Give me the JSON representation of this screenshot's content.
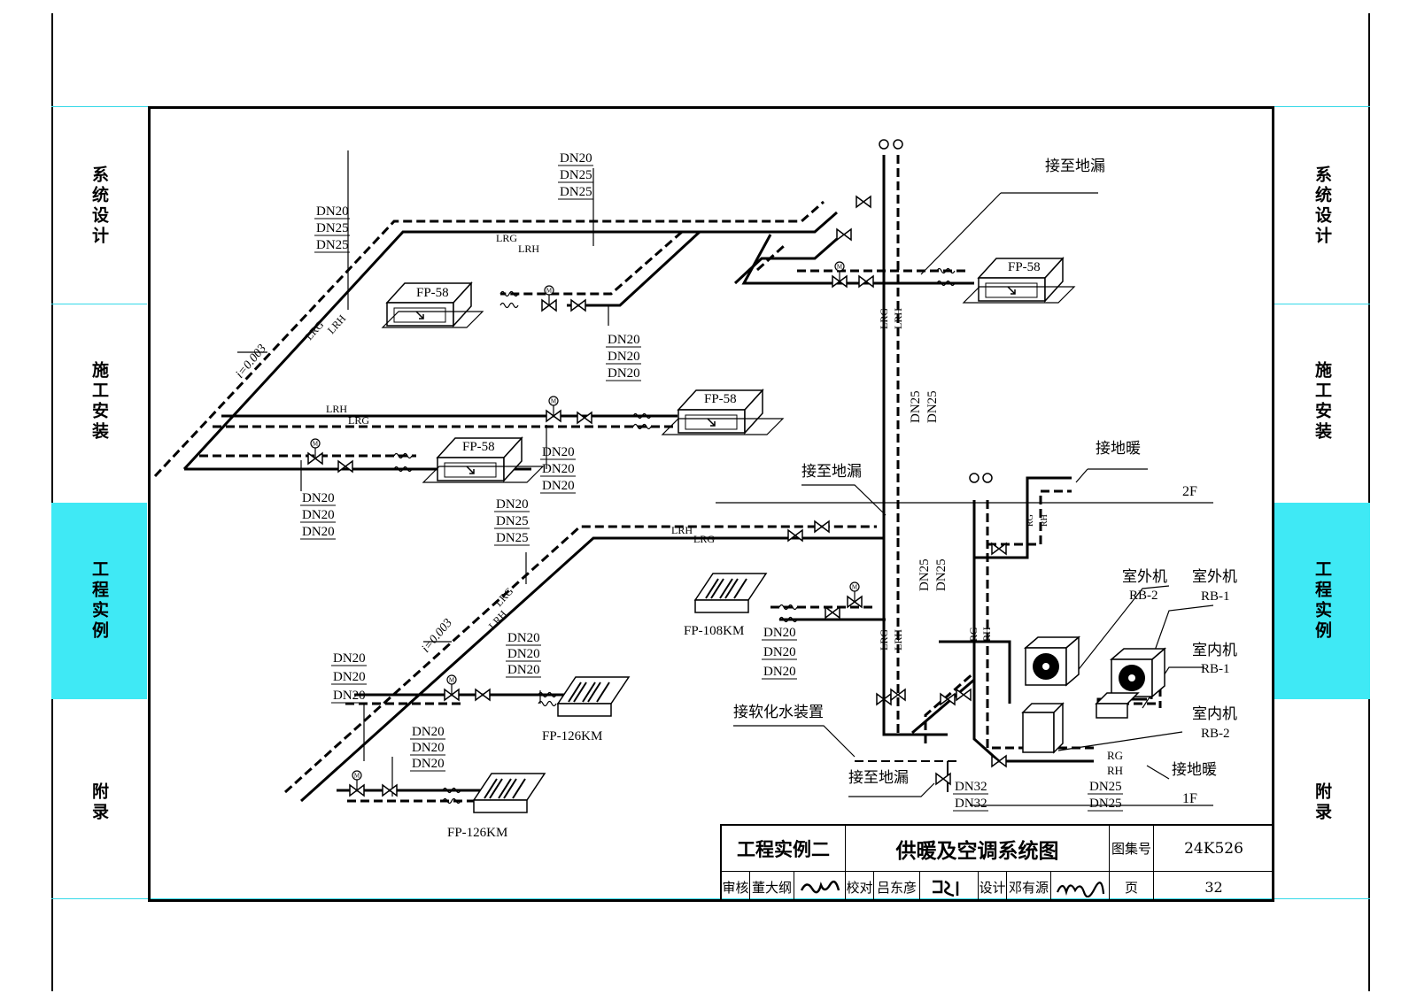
{
  "sidebar_tabs": [
    "系统设计",
    "施工安装",
    "工程实例",
    "附录"
  ],
  "active_tab": "工程实例",
  "colors": {
    "accent": "#3fe9f5",
    "line": "#000000"
  },
  "equipment": {
    "fp58_a": "FP-58",
    "fp58_b": "FP-58",
    "fp58_c": "FP-58",
    "fp58_d": "FP-58",
    "fp108": "FP-108KM",
    "fp126_a": "FP-126KM",
    "fp126_b": "FP-126KM",
    "outdoor_rb2": "室外机",
    "outdoor_rb2_code": "RB-2",
    "outdoor_rb1": "室外机",
    "outdoor_rb1_code": "RB-1",
    "indoor_rb1": "室内机",
    "indoor_rb1_code": "RB-1",
    "indoor_rb2": "室内机",
    "indoor_rb2_code": "RB-2"
  },
  "pipe_labels": {
    "lrg": "LRG",
    "lrh": "LRH",
    "rg": "RG",
    "rh": "RH",
    "slope_upper": "i=0.003",
    "slope_lower": "i=0.003"
  },
  "size_stacks": {
    "top_left": [
      "DN20",
      "DN25",
      "DN25"
    ],
    "top_center": [
      "DN20",
      "DN25",
      "DN25"
    ],
    "mid_upper": [
      "DN20",
      "DN20",
      "DN20"
    ],
    "mid_center": [
      "DN20",
      "DN20",
      "DN20"
    ],
    "left_lower": [
      "DN20",
      "DN20",
      "DN20"
    ],
    "center_lower": [
      "DN20",
      "DN25",
      "DN25"
    ],
    "fp108": [
      "DN20",
      "DN20",
      "DN20"
    ],
    "bottom_left": [
      "DN20",
      "DN20",
      "DN20"
    ],
    "bottom_mid_a": [
      "DN20",
      "DN20",
      "DN20"
    ],
    "bottom_mid_b": [
      "DN20",
      "DN20",
      "DN20"
    ],
    "riser_upper": [
      "DN25",
      "DN25"
    ],
    "riser_lower": [
      "DN25",
      "DN25"
    ],
    "bottom_dn32": [
      "DN32",
      "DN32"
    ],
    "bottom_dn25": [
      "DN25",
      "DN25"
    ]
  },
  "notes": {
    "floor_drain_1": "接至地漏",
    "floor_drain_2": "接至地漏",
    "floor_drain_3": "接至地漏",
    "floor_heat_1": "接地暖",
    "floor_heat_2": "接地暖",
    "softener": "接软化水装置",
    "floor_2f": "2F",
    "floor_1f": "1F"
  },
  "title_block": {
    "project": "工程实例二",
    "drawing_title": "供暖及空调系统图",
    "atlas_label": "图集号",
    "atlas_no": "24K526",
    "review_label": "审核",
    "reviewer": "董大纲",
    "check_label": "校对",
    "checker": "吕东彦",
    "design_label": "设计",
    "designer": "邓有源",
    "page_label": "页",
    "page_no": "32"
  }
}
